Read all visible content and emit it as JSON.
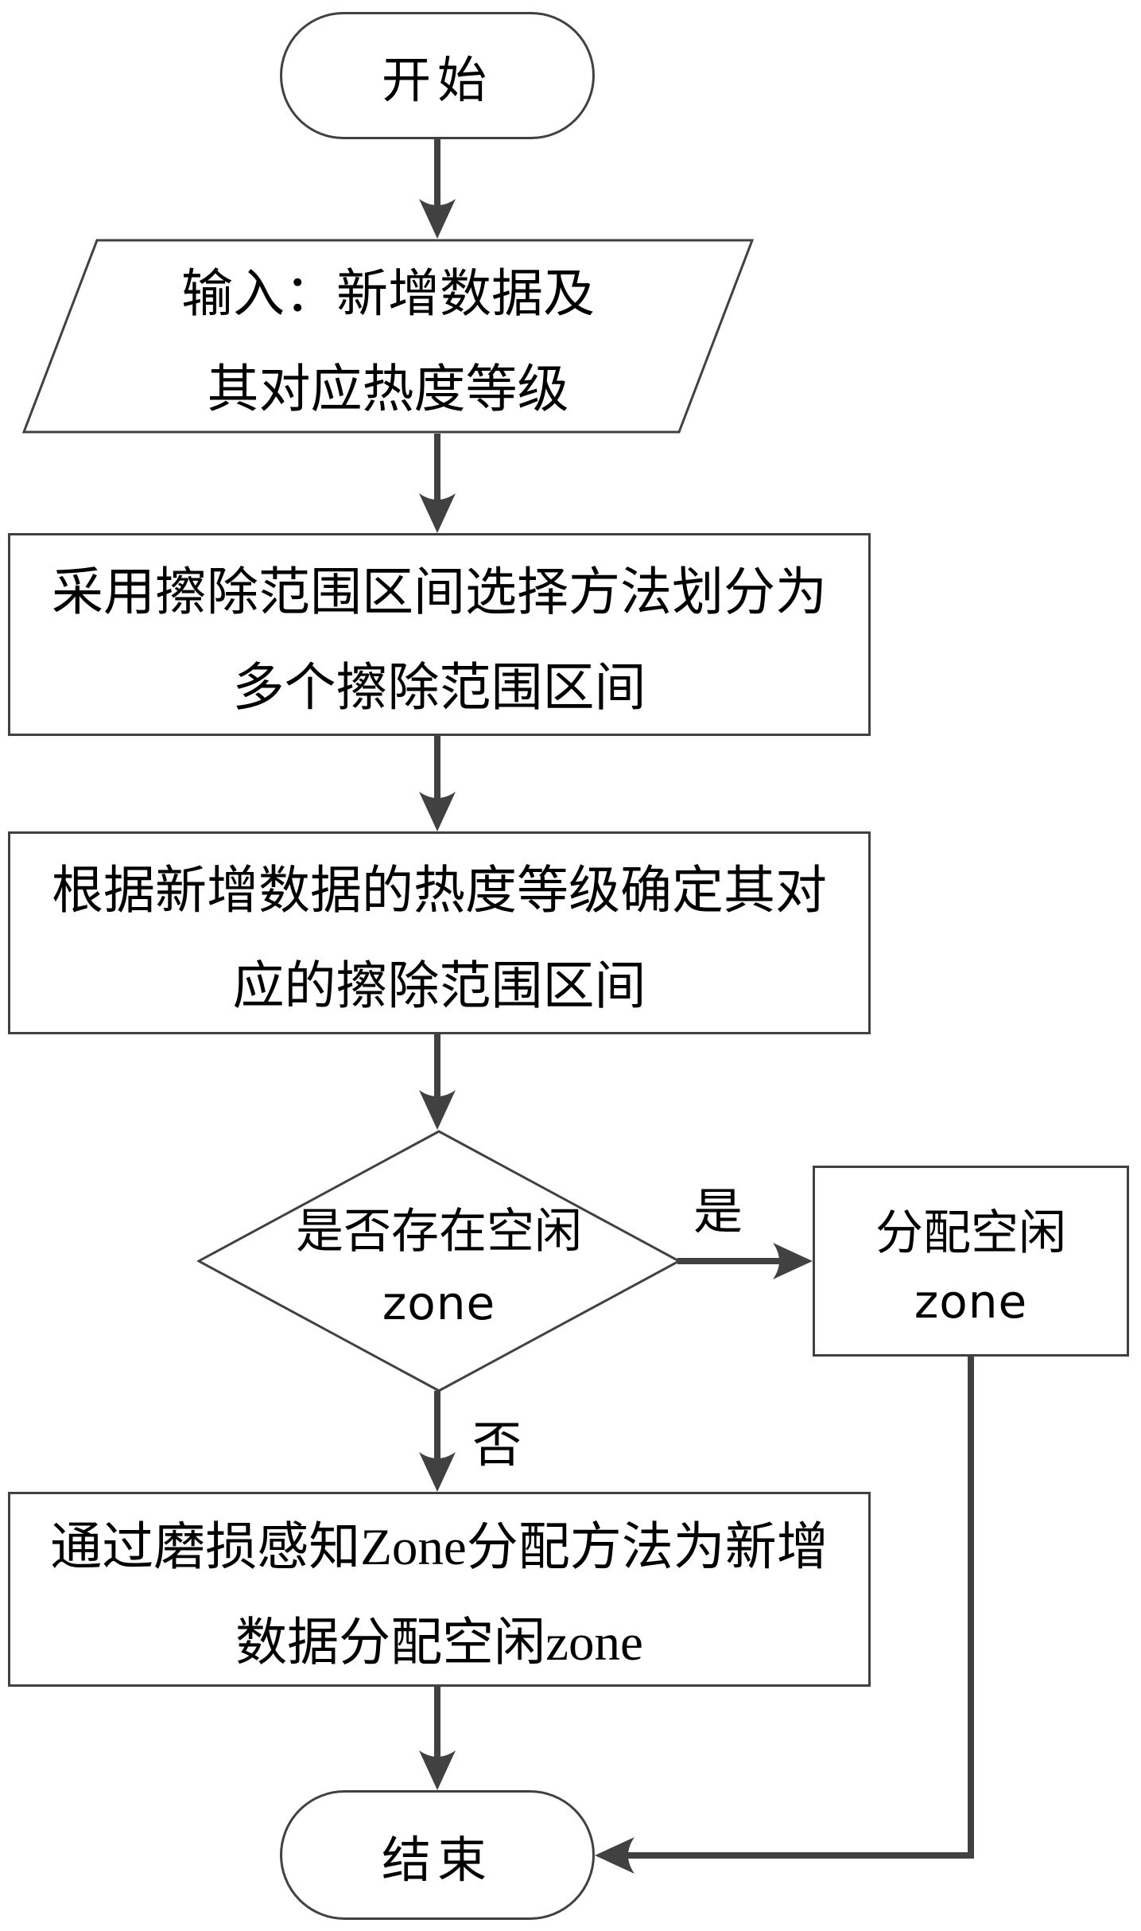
{
  "nodes": {
    "start": {
      "type": "terminator",
      "lines": [
        "开始"
      ]
    },
    "input": {
      "type": "io",
      "lines": [
        "输入：新增数据及",
        "其对应热度等级"
      ]
    },
    "split_ranges": {
      "type": "process",
      "lines": [
        "采用擦除范围区间选择方法划分为",
        "多个擦除范围区间"
      ]
    },
    "determine_range": {
      "type": "process",
      "lines": [
        "根据新增数据的热度等级确定其对",
        "应的擦除范围区间"
      ]
    },
    "free_zone_decision": {
      "type": "decision",
      "lines": [
        "是否存在空闲",
        "zone"
      ]
    },
    "allocate_free_zone": {
      "type": "process",
      "lines": [
        "分配空闲",
        "zone"
      ]
    },
    "wear_aware_allocate": {
      "type": "process",
      "lines": [
        "通过磨损感知Zone分配方法为新增",
        "数据分配空闲zone"
      ]
    },
    "end": {
      "type": "terminator",
      "lines": [
        "结束"
      ]
    }
  },
  "edge_labels": {
    "yes": "是",
    "no": "否"
  },
  "colors": {
    "line": "#414141",
    "text": "#000000",
    "background": "#ffffff"
  }
}
